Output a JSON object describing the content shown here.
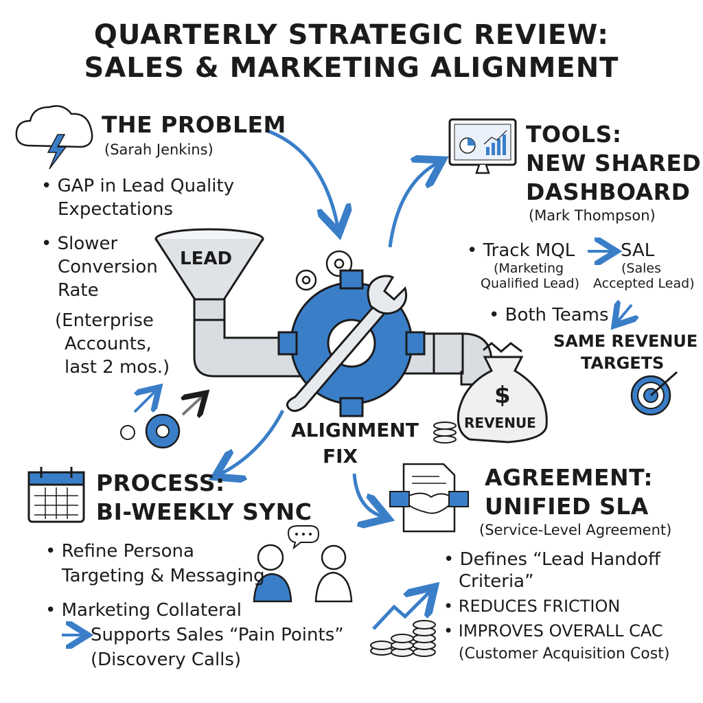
{
  "title": {
    "line1": "QUARTERLY STRATEGIC REVIEW:",
    "line2": "SALES & MARKETING ALIGNMENT"
  },
  "problem": {
    "heading": "THE PROBLEM",
    "owner": "(Sarah Jenkins)",
    "bullet1": [
      "• GAP in Lead Quality",
      "Expectations"
    ],
    "bullet2": [
      "• Slower",
      "Conversion",
      "Rate",
      "(Enterprise",
      "Accounts,",
      "last 2 mos.)"
    ]
  },
  "tools": {
    "heading": [
      "TOOLS:",
      "NEW SHARED",
      "DASHBOARD"
    ],
    "owner": "(Mark Thompson)",
    "track": "• Track MQL",
    "sal": "SAL",
    "mql_note": [
      "(Marketing",
      "Qualified Lead)"
    ],
    "sal_note": [
      "(Sales",
      "Accepted Lead)"
    ],
    "both": "• Both Teams",
    "targets": [
      "SAME REVENUE",
      "TARGETS"
    ]
  },
  "center": {
    "funnel_label": "LEAD",
    "bag_label": "REVENUE",
    "bag_symbol": "$",
    "fix_label": [
      "ALIGNMENT",
      "FIX"
    ]
  },
  "process": {
    "heading": [
      "PROCESS:",
      "BI-WEEKLY SYNC"
    ],
    "bullet1": [
      "• Refine Persona",
      "Targeting & Messaging"
    ],
    "bullet2": [
      "• Marketing Collateral",
      "Supports Sales “Pain Points”",
      "(Discovery Calls)"
    ]
  },
  "agreement": {
    "heading": [
      "AGREEMENT:",
      "UNIFIED SLA"
    ],
    "sub": "(Service-Level Agreement)",
    "bullet1": [
      "• Defines “Lead Handoff",
      "Criteria”"
    ],
    "bullet2": "• REDUCES FRICTION",
    "bullet3": [
      "• IMPROVES OVERALL CAC",
      "(Customer Acquisition Cost)"
    ]
  },
  "colors": {
    "accent": "#3a7ec8",
    "ink": "#1b1b1b",
    "metal": "#d9dde2"
  },
  "icons": [
    "storm-cloud-icon",
    "monitor-chart-icon",
    "target-icon",
    "calendar-icon",
    "handshake-icon",
    "people-chat-icon",
    "growth-coins-icon",
    "gear-icon",
    "wrench-icon",
    "funnel-icon",
    "pipe-icon",
    "money-bag-icon"
  ]
}
